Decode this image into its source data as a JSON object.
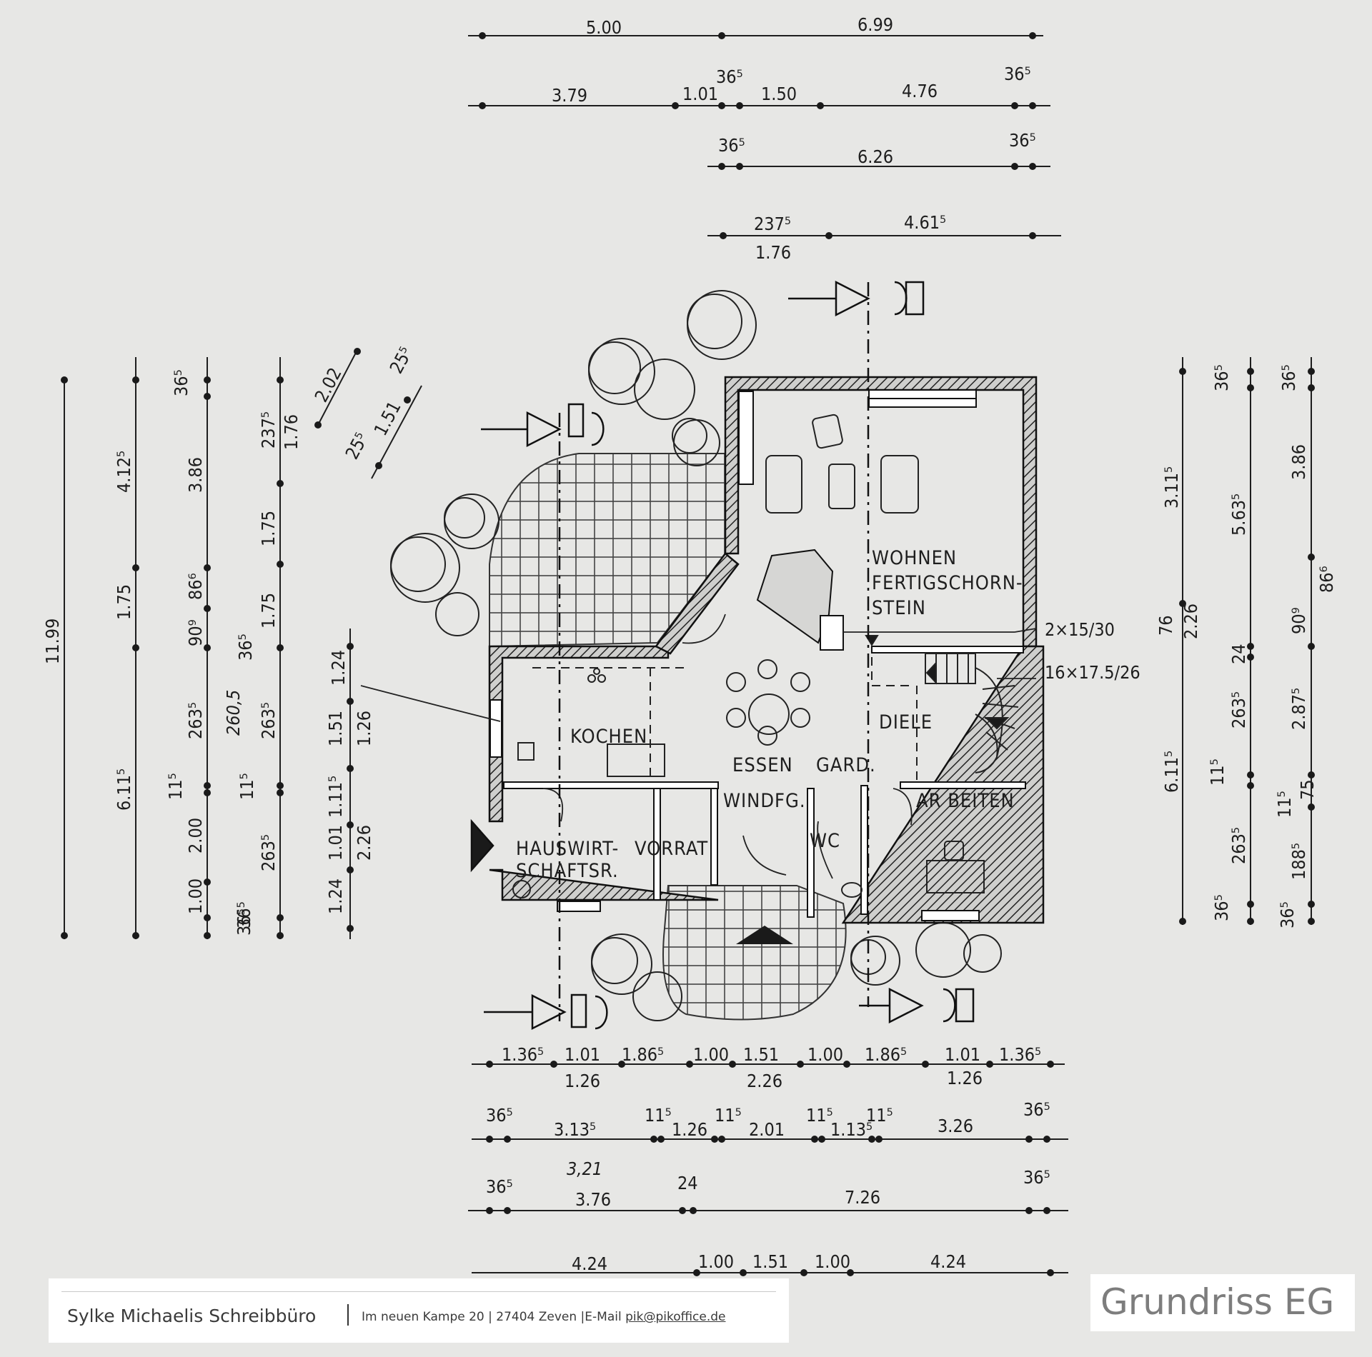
{
  "title": "Grundriss EG",
  "footer": {
    "name": "Sylke Michaelis Schreibbüro",
    "address": "Im neuen Kampe 20 | 27404 Zeven |E-Mail ",
    "email": "pik@pikoffice.de"
  },
  "rooms": {
    "wohnen": "WOHNEN",
    "fertigschorn": "FERTIGSCHORN-",
    "stein": "STEIN",
    "kochen": "KOCHEN",
    "essen": "ESSEN",
    "gard": "GARD.",
    "diele": "DIELE",
    "windfg": "WINDFG.",
    "wc": "WC",
    "arbeiten": "AR BEITEN",
    "hauswirt": "HAUSWIRT-",
    "schaftsr": "SCHAFTSR.",
    "vorrat": "VORRAT"
  },
  "stair_labels": {
    "upper": "2×15/30",
    "lower": "16×17.5/26"
  },
  "handwritten": {
    "left": "260,5",
    "bottom": "3,21"
  },
  "dims": {
    "top1": [
      "5.00",
      "6.99"
    ],
    "top2": [
      "3.79",
      "1.01",
      "36⁵",
      "1.50",
      "4.76",
      "36⁵"
    ],
    "top3": [
      "36⁵",
      "6.26",
      "36⁵"
    ],
    "top4": [
      "237⁵",
      "1.76",
      "4.61⁵"
    ],
    "bot1": [
      "1.36⁵",
      "1.01",
      "1.26",
      "1.86⁵",
      "1.00",
      "1.51",
      "2.26",
      "1.00",
      "1.86⁵",
      "1.01",
      "1.26",
      "1.36⁵"
    ],
    "bot2": [
      "36⁵",
      "3.13⁵",
      "11⁵",
      "1.26",
      "11⁵",
      "2.01",
      "11⁵",
      "1.13⁵",
      "11⁵",
      "3.26",
      "36⁵"
    ],
    "bot3": [
      "36⁵",
      "3.76",
      "24",
      "7.26",
      "36⁵"
    ],
    "bot4": [
      "4.24",
      "1.00",
      "1.51",
      "1.00",
      "4.24"
    ],
    "left1": [
      "11.99"
    ],
    "left2": [
      "4.12⁵",
      "1.75",
      "6.11⁵"
    ],
    "left3": [
      "36⁵",
      "3.86",
      "90⁹",
      "86⁶",
      "263⁵",
      "11⁵",
      "2.00",
      "1.00",
      "36⁵"
    ],
    "left4": [
      "237⁵",
      "1.76",
      "1.75",
      "1.75",
      "36⁵",
      "263⁵",
      "11⁵",
      "263⁵",
      "36⁵"
    ],
    "left5": [
      "1.24",
      "1.51",
      "1.26",
      "1.11⁵",
      "1.01",
      "2.26",
      "1.24"
    ],
    "diag": [
      "2.02",
      "25⁵",
      "1.51",
      "25⁵"
    ],
    "right1": [
      "3.11⁵",
      "76",
      "2.26",
      "6.11⁵"
    ],
    "right2": [
      "36⁵",
      "5.63⁵",
      "24",
      "263⁵",
      "11⁵",
      "263⁵",
      "36⁵"
    ],
    "right3": [
      "36⁵",
      "3.86",
      "90⁹",
      "86⁶",
      "2.87⁵",
      "11⁵",
      "75",
      "188⁵",
      "36⁵"
    ]
  }
}
